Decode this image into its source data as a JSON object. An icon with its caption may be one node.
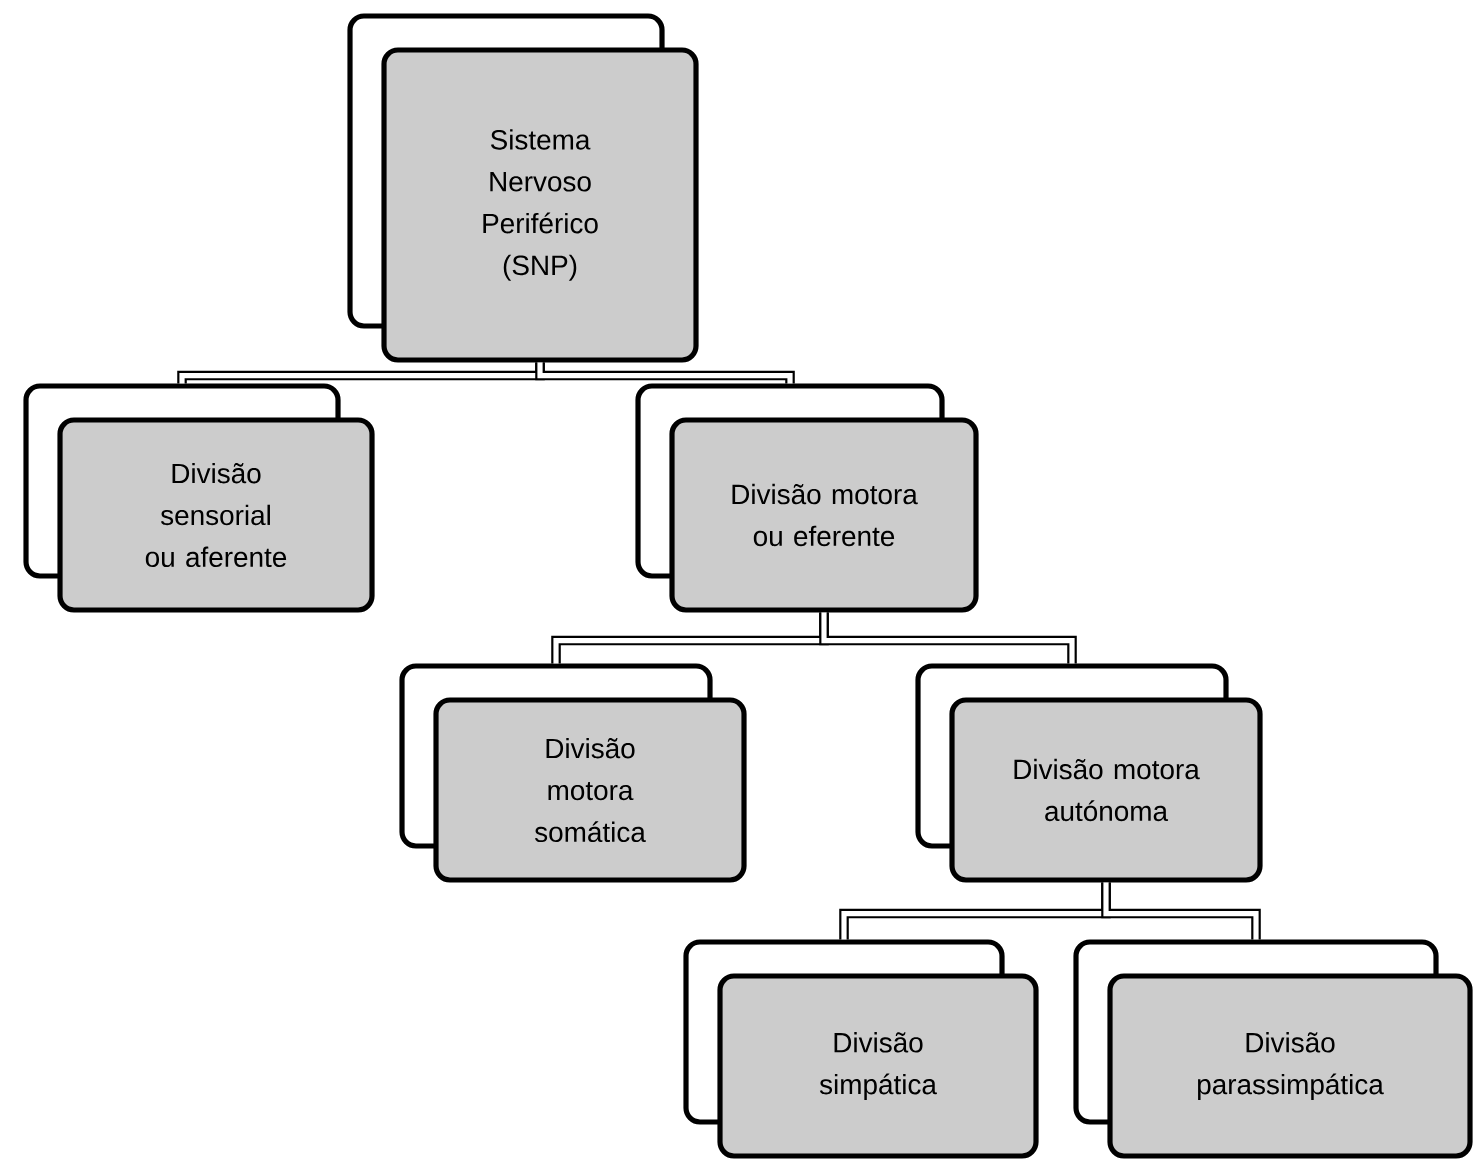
{
  "diagram": {
    "nodes": [
      {
        "text": [
          "Sistema Nervoso Periférico (SNP)"
        ]
      },
      {
        "text": [
          "Divisão sensorial ou aferente"
        ]
      },
      {
        "text": [
          "Divisão motora ou eferente"
        ]
      },
      {
        "text": [
          "Divisão motora somática"
        ]
      },
      {
        "text": [
          "Divisão motora autónoma"
        ]
      },
      {
        "text": [
          "Divisão simpática"
        ]
      },
      {
        "text": [
          "Divisão parassimpática"
        ]
      }
    ],
    "edges": [
      {
        "from": 0,
        "to": 1,
        "arrow": "none"
      },
      {
        "from": 0,
        "to": 2,
        "arrow": "none"
      },
      {
        "from": 2,
        "to": 3,
        "arrow": "none"
      },
      {
        "from": 2,
        "to": 4,
        "arrow": "none"
      },
      {
        "from": 4,
        "to": 5,
        "arrow": "none"
      },
      {
        "from": 4,
        "to": 6,
        "arrow": "none"
      }
    ]
  }
}
